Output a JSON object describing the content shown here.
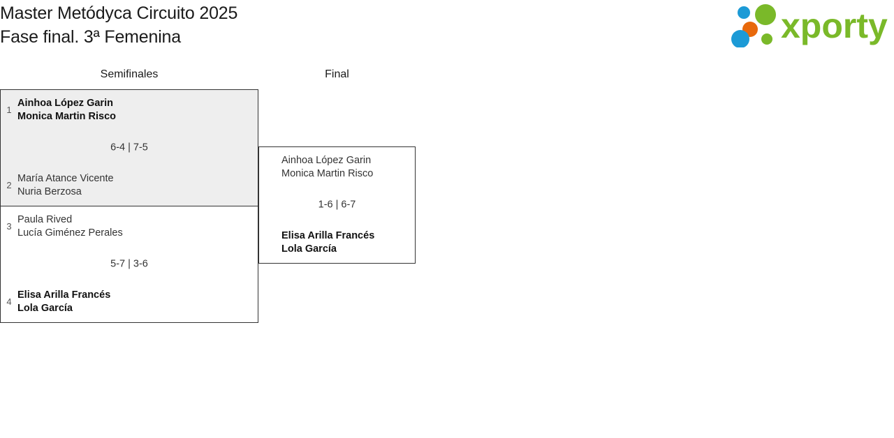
{
  "header": {
    "title_line1": "Master Metódyca Circuito 2025",
    "title_line2": "Fase final. 3ª Femenina",
    "logo": {
      "wordmark": "xporty",
      "colors": {
        "green": "#7AB929",
        "blue": "#1C9AD6",
        "orange": "#E8690B"
      },
      "dots": [
        {
          "name": "dot-blue-small-top",
          "color": "#1C9AD6"
        },
        {
          "name": "dot-green-large",
          "color": "#7AB929"
        },
        {
          "name": "dot-orange",
          "color": "#E8690B"
        },
        {
          "name": "dot-blue-large",
          "color": "#1C9AD6"
        },
        {
          "name": "dot-green-small",
          "color": "#7AB929"
        }
      ]
    }
  },
  "rounds": [
    {
      "id": "semifinales",
      "label": "Semifinales"
    },
    {
      "id": "final",
      "label": "Final"
    }
  ],
  "bracket": {
    "semifinals": [
      {
        "id": "sf1",
        "highlighted": true,
        "score": "6-4 | 7-5",
        "top": {
          "seed": "1",
          "winner": true,
          "players": [
            "Ainhoa López Garin",
            "Monica Martin Risco"
          ]
        },
        "bottom": {
          "seed": "2",
          "winner": false,
          "players": [
            "María Atance Vicente",
            "Nuria Berzosa"
          ]
        }
      },
      {
        "id": "sf2",
        "highlighted": false,
        "score": "5-7 | 3-6",
        "top": {
          "seed": "3",
          "winner": false,
          "players": [
            "Paula Rived",
            "Lucía Giménez Perales"
          ]
        },
        "bottom": {
          "seed": "4",
          "winner": true,
          "players": [
            "Elisa Arilla Francés",
            "Lola García"
          ]
        }
      }
    ],
    "final": {
      "id": "final-match",
      "highlighted": false,
      "score": "1-6 | 6-7",
      "top": {
        "seed": "",
        "winner": false,
        "players": [
          "Ainhoa López Garin",
          "Monica Martin Risco"
        ]
      },
      "bottom": {
        "seed": "",
        "winner": true,
        "players": [
          "Elisa Arilla Francés",
          "Lola García"
        ]
      }
    }
  }
}
